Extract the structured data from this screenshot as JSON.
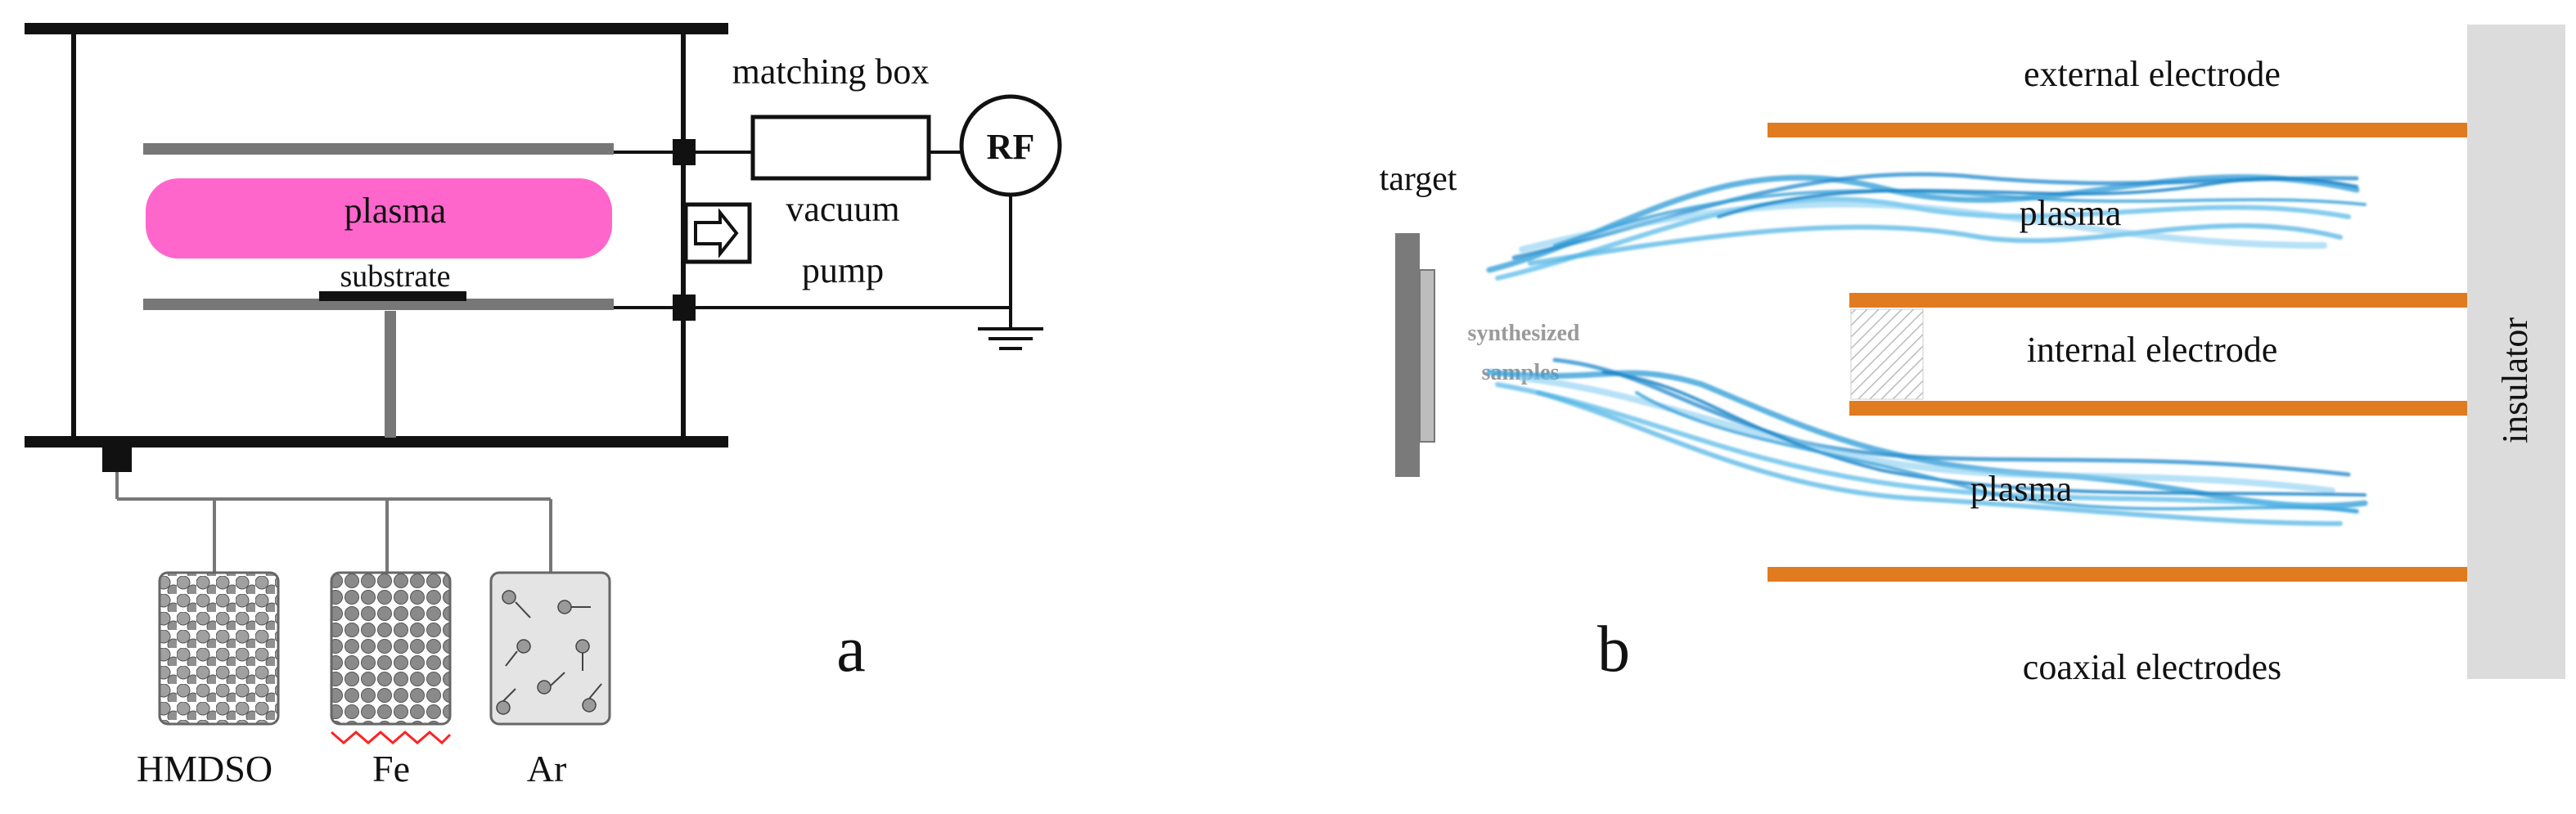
{
  "panel_a": {
    "panel_label": "a",
    "labels": {
      "matching_box": "matching box",
      "rf": "RF",
      "plasma": "plasma",
      "substrate": "substrate",
      "vacuum": "vacuum",
      "pump": "pump"
    },
    "gases": [
      {
        "label": "HMDSO"
      },
      {
        "label": "Fe"
      },
      {
        "label": "Ar"
      }
    ],
    "colors": {
      "plasma": "#ff66cc",
      "electrode": "#777777",
      "frame": "#111111",
      "heater": "#ff2222"
    }
  },
  "panel_b": {
    "panel_label": "b",
    "labels": {
      "target": "target",
      "synthesized_samples_1": "synthesized",
      "synthesized_samples_2": "samples",
      "external_electrode": "external electrode",
      "internal_electrode": "internal electrode",
      "plasma_top": "plasma",
      "plasma_bottom": "plasma",
      "coaxial_electrodes": "coaxial electrodes",
      "insulator": "insulator"
    },
    "colors": {
      "electrode": "#e07b20",
      "plasma": "#3aa0d8",
      "insulator": "#dcdcdc"
    }
  }
}
